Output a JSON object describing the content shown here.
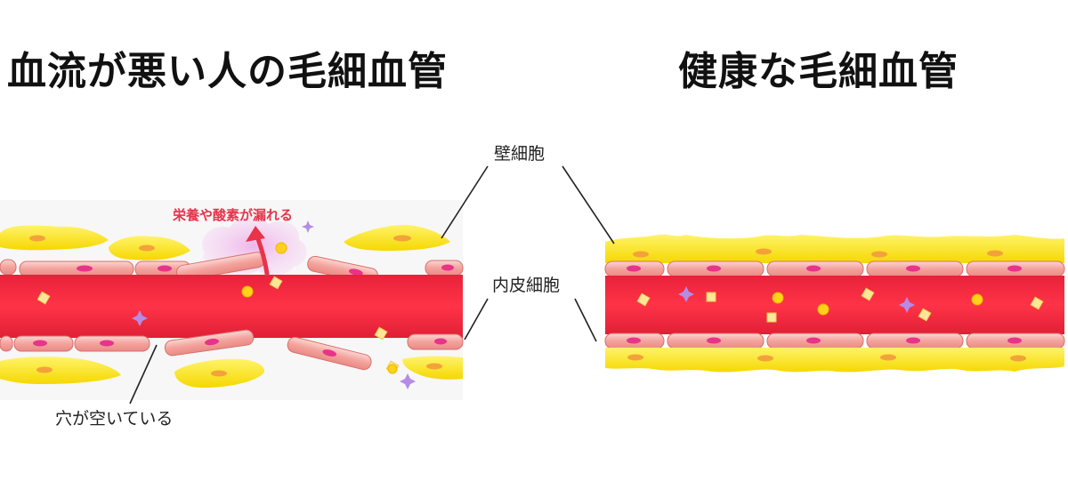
{
  "titles": {
    "unhealthy": "血流が悪い人の毛細血管",
    "healthy": "健康な毛細血管"
  },
  "labels": {
    "mural_cell": "壁細胞",
    "endothelial_cell": "内皮細胞",
    "hole": "穴が空いている",
    "leak": "栄養や酸素が漏れる"
  },
  "colors": {
    "blood": "#f0283c",
    "endothelial": "#f5a6a0",
    "mural": "#f7e11e",
    "leak_arrow": "#e8334a",
    "leak_cloud": "#f3c9ee"
  }
}
